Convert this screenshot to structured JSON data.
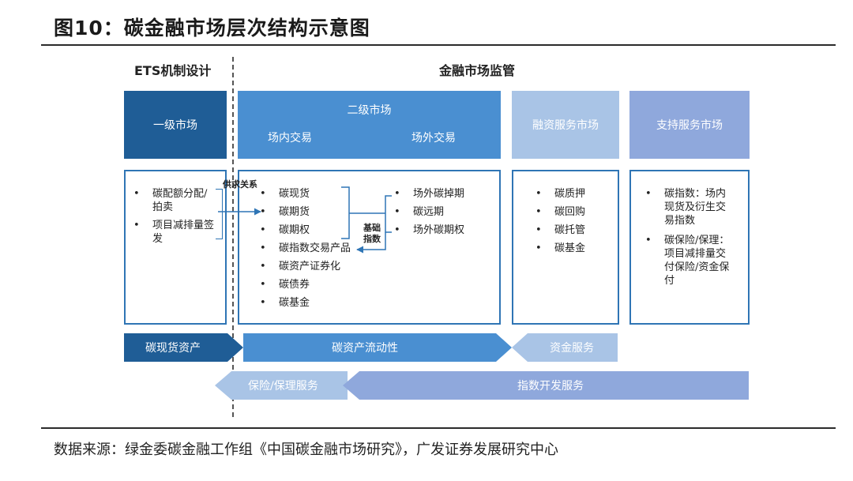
{
  "title": "图10：碳金融市场层次结构示意图",
  "headers": {
    "ets": "ETS机制设计",
    "financial": "金融市场监管"
  },
  "boxes": {
    "primary": "一级市场",
    "secondary": "二级市场",
    "onexchange": "场内交易",
    "offexchange": "场外交易",
    "financing": "融资服务市场",
    "support": "支持服务市场"
  },
  "lists": {
    "primary": [
      "碳配额分配/拍卖",
      "项目减排量签发"
    ],
    "onexchange": [
      "碳现货",
      "碳期货",
      "碳期权",
      "碳指数交易产品",
      "碳资产证券化",
      "碳债券",
      "碳基金"
    ],
    "offexchange": [
      "场外碳掉期",
      "碳远期",
      "场外碳期权"
    ],
    "financing": [
      "碳质押",
      "碳回购",
      "碳托管",
      "碳基金"
    ],
    "support": [
      "碳指数：场内现货及衍生交易指数",
      "碳保险/保理：项目减排量交付保险/资金保付"
    ]
  },
  "labels": {
    "supply": "供求关系",
    "basis": "基础指数"
  },
  "arrows": {
    "spot_asset": "碳现货资产",
    "liquidity": "碳资产流动性",
    "capital": "资金服务",
    "insurance": "保险/保理服务",
    "index": "指数开发服务"
  },
  "source": "数据来源：绿金委碳金融工作组《中国碳金融市场研究》，广发证券发展研究中心",
  "colors": {
    "dark_blue": "#1f5d96",
    "mid_blue": "#4a8fd1",
    "light_blue": "#a9c4e6",
    "lavender": "#8fa8dc",
    "outline": "#2f75b5"
  }
}
